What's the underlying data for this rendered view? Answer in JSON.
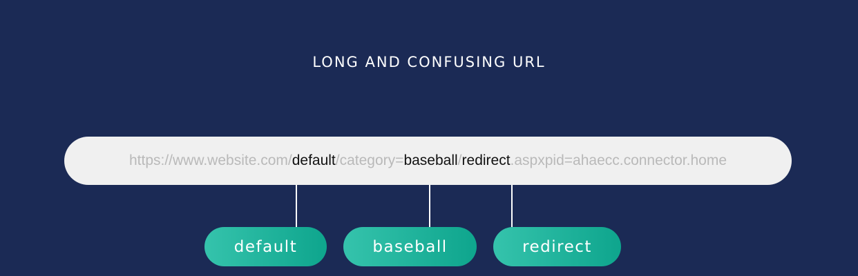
{
  "title": "LONG AND CONFUSING URL",
  "url": {
    "segments": [
      {
        "text": "https://www.website.com/",
        "highlight": false
      },
      {
        "text": "default",
        "highlight": true
      },
      {
        "text": "/category=",
        "highlight": false
      },
      {
        "text": "baseball",
        "highlight": true
      },
      {
        "text": "/",
        "highlight": false
      },
      {
        "text": "redirect",
        "highlight": true
      },
      {
        "text": ".aspxpid=ahaecc.connector.home",
        "highlight": false
      }
    ]
  },
  "tags": [
    {
      "label": "default"
    },
    {
      "label": "baseball"
    },
    {
      "label": "redirect"
    }
  ],
  "colors": {
    "background": "#1b2a55",
    "url_bar": "#f0f0f0",
    "faint_text": "#b9b9b9",
    "key_text": "#111111",
    "pill_gradient_start": "#35c3ac",
    "pill_gradient_end": "#0ea58d"
  }
}
